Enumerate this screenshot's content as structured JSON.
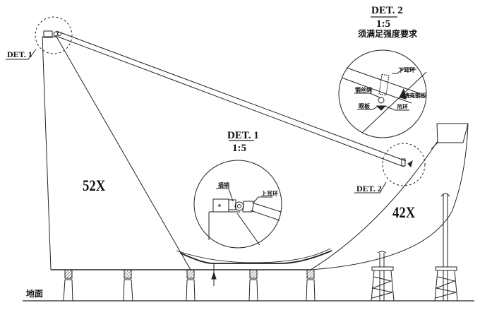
{
  "drawing": {
    "type": "ship block lifting / turnover arrangement (elevation view)",
    "colors": {
      "line": "#222222",
      "background": "#ffffff",
      "hatch": "#555555"
    }
  },
  "blocks": {
    "left": {
      "label": "52X"
    },
    "right": {
      "label": "42X"
    }
  },
  "ground": {
    "label": "地面"
  },
  "detail_refs": [
    {
      "id": "det1_ref",
      "label": "DET. 1"
    },
    {
      "id": "det2_ref",
      "label": "DET. 2"
    }
  ],
  "detail_1": {
    "title": "DET. 1",
    "scale": "1:5",
    "callouts": {
      "pin": "插销",
      "upper_lug": "上耳环"
    }
  },
  "detail_2": {
    "title": "DET. 2",
    "scale": "1:5",
    "note": "须满足强度要求",
    "callouts": {
      "lower_lug": "下耳环",
      "wire_rope": "钢丝绳",
      "filler_plate": "填充钢板",
      "doubler_plate": "眼板",
      "shackle": "吊环"
    }
  },
  "supports": {
    "left_block_pedestals": 5,
    "right_block_towers": 2
  }
}
